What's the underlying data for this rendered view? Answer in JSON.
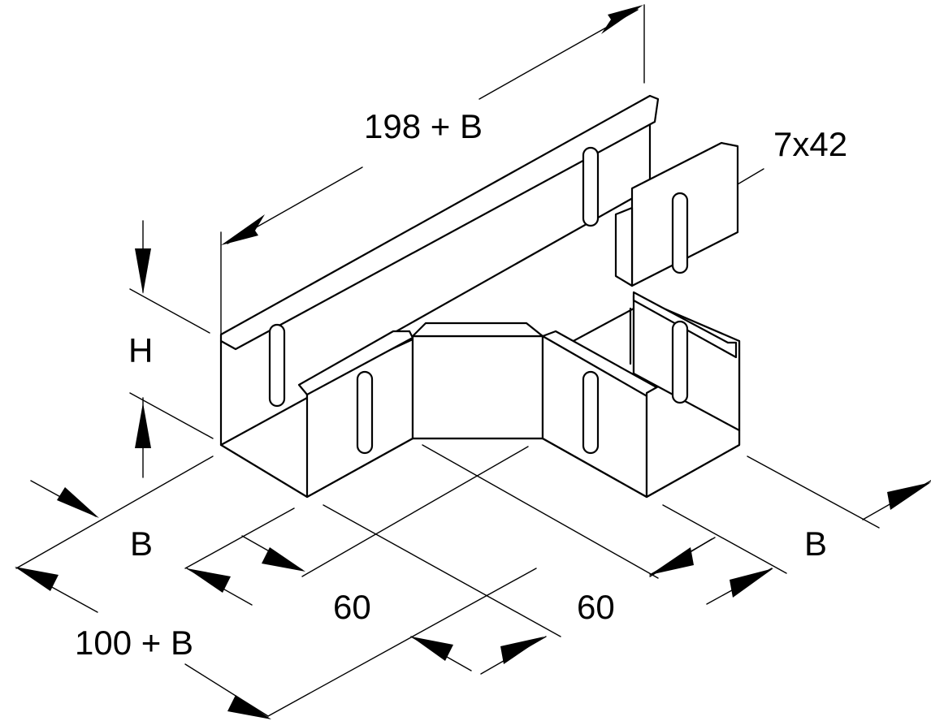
{
  "dimensions": {
    "length_top": "198 + B",
    "slot": "7x42",
    "height": "H",
    "width_left": "B",
    "width_right": "B",
    "depth_left": "60",
    "depth_right": "60",
    "length_left": "100 + B"
  }
}
